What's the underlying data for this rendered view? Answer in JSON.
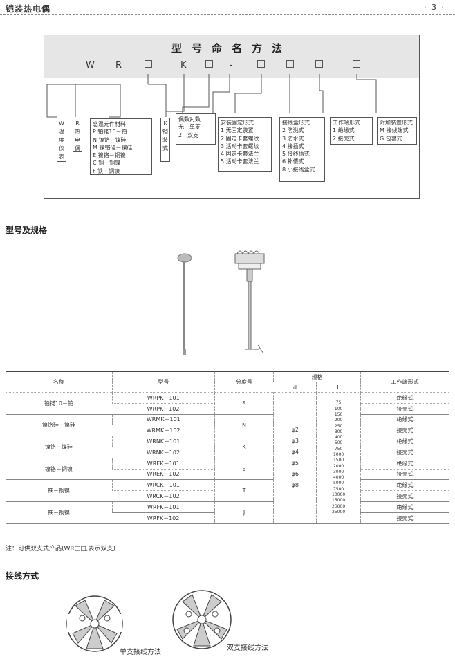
{
  "header": {
    "title": "铠装热电偶",
    "page": "· 3 ·"
  },
  "naming": {
    "title": "型号命名方法",
    "code_letters": [
      "W",
      "R",
      "K"
    ],
    "code_separator": "-",
    "boxes": {
      "w": [
        "W",
        "温",
        "度",
        "仪",
        "表"
      ],
      "r": [
        "R",
        "热",
        "电",
        "偶"
      ],
      "element": [
        "感温元件材料",
        "P 铂铑10－铂",
        "N 镍铬－镍硅",
        "M 镍铬硅－镍硅",
        "E 镍铬－铜镍",
        "C 铜－铜镍",
        "F 铁－铜镍"
      ],
      "k": [
        "K",
        "铠",
        "装",
        "式"
      ],
      "couple": [
        "偶数对数",
        "无　单支",
        "2　双支"
      ],
      "install": [
        "安装固定形式",
        "1 无固定装置",
        "2 固定卡套螺纹",
        "3 活动卡套螺纹",
        "4 固定卡套法兰",
        "5 活动卡套法兰"
      ],
      "junction": [
        "接线盒形式",
        "2 防溅式",
        "3 防水式",
        "4 接插式",
        "5 接线插式",
        "6 补偿式",
        "8 小接线盒式"
      ],
      "work": [
        "工作端形式",
        "1 绝缘式",
        "2 接壳式"
      ],
      "accessory": [
        "附加装置形式",
        "M 接线端式",
        "G 包套式"
      ]
    }
  },
  "sections": {
    "spec_title": "型号及规格",
    "wiring_title": "接线方式"
  },
  "spec_table": {
    "headers": {
      "name": "名称",
      "model": "型号",
      "grad": "分度号",
      "spec": "规格",
      "d": "d",
      "l": "L",
      "work": "工作端形式"
    },
    "groups": [
      {
        "name": "铂铑10－铂",
        "models": [
          "WRPK－101",
          "WRPK－102"
        ],
        "grad": "S"
      },
      {
        "name": "镍铬硅－镍硅",
        "models": [
          "WRMK－101",
          "WRMK－102"
        ],
        "grad": "N"
      },
      {
        "name": "镍铬－镍硅",
        "models": [
          "WRNK－101",
          "WRNK－102"
        ],
        "grad": "K"
      },
      {
        "name": "镍铬－铜镍",
        "models": [
          "WREK－101",
          "WREK－102"
        ],
        "grad": "E"
      },
      {
        "name": "铁－铜镍",
        "models": [
          "WRCK－101",
          "WRCK－102"
        ],
        "grad": "T"
      },
      {
        "name": "铁－铜镍",
        "models": [
          "WRFK－101",
          "WRFK－102"
        ],
        "grad": "J"
      }
    ],
    "d_values": [
      "φ2",
      "φ3",
      "φ4",
      "φ5",
      "φ6",
      "φ8"
    ],
    "l_values": [
      "75",
      "100",
      "150",
      "200",
      "250",
      "300",
      "400",
      "500",
      "750",
      "1000",
      "1500",
      "2000",
      "3000",
      "4000",
      "5000",
      "7500",
      "10000",
      "15000",
      "20000",
      "25000"
    ],
    "work_types": [
      "绝缘式",
      "接壳式"
    ]
  },
  "note": "注：可供双支式产品(WR□□,表示双支)",
  "wiring": {
    "single": "单支接线方法",
    "double": "双支接线方法"
  }
}
